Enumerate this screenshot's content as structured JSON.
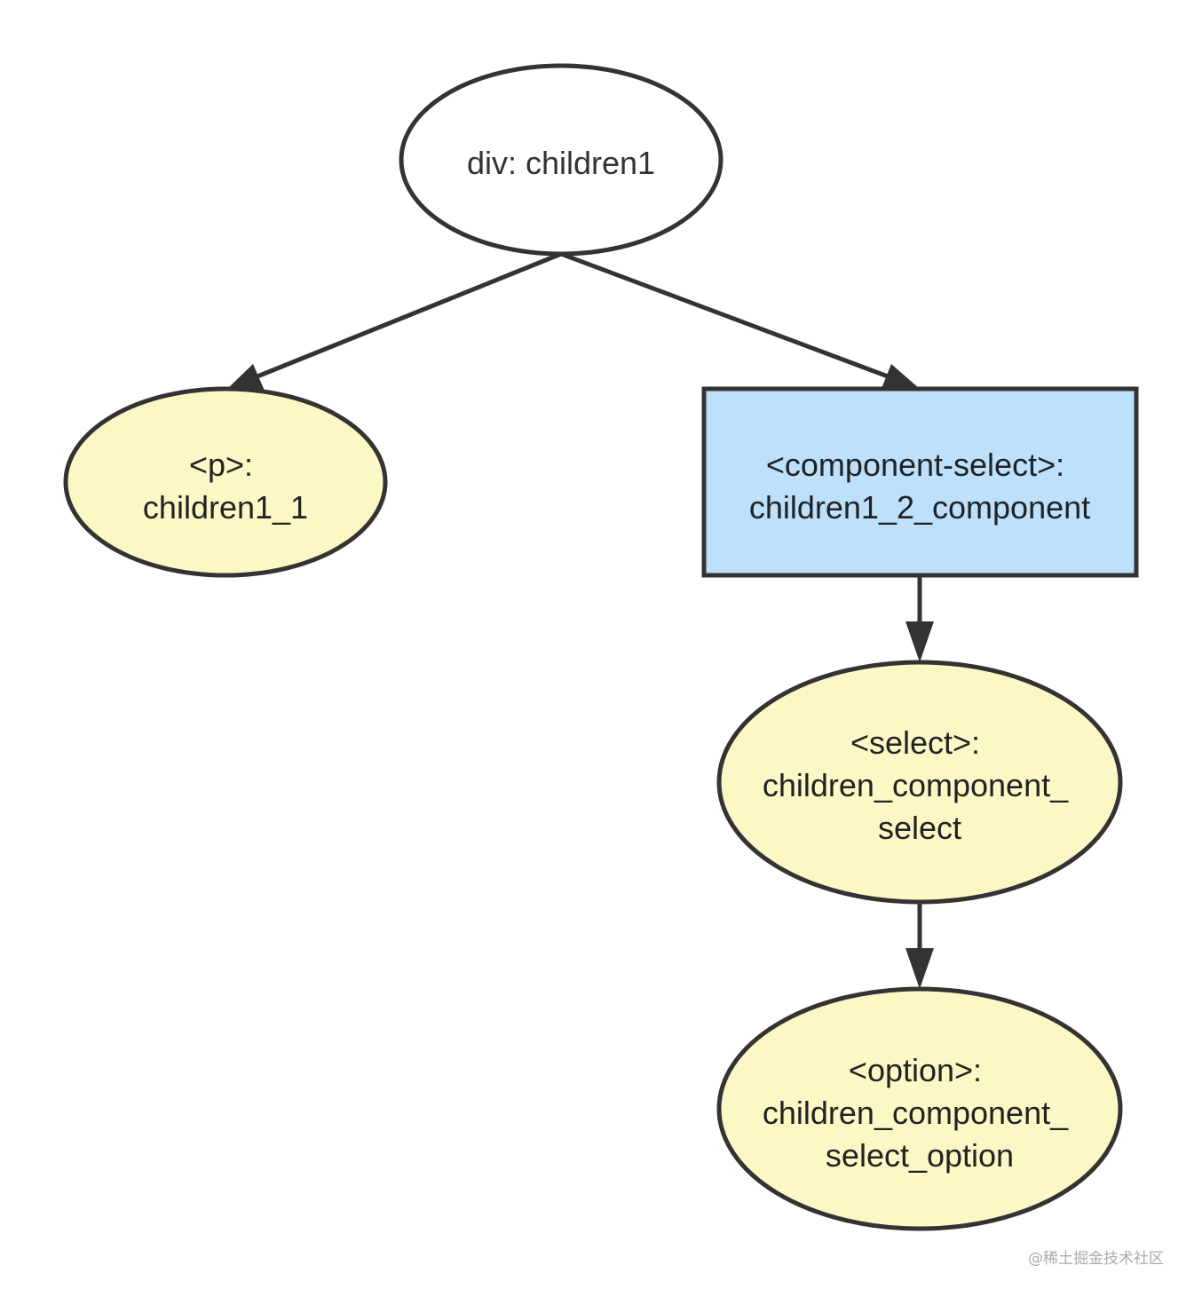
{
  "diagram": {
    "nodes": [
      {
        "id": "root",
        "shape": "ellipse",
        "fill": "#ffffff",
        "lines": [
          "div: children1"
        ]
      },
      {
        "id": "p",
        "shape": "ellipse",
        "fill": "#fcf8c6",
        "lines": [
          "<p>:",
          "children1_1"
        ]
      },
      {
        "id": "component-select",
        "shape": "rect",
        "fill": "#bde0fc",
        "lines": [
          "<component-select>:",
          "children1_2_component"
        ]
      },
      {
        "id": "select",
        "shape": "ellipse",
        "fill": "#fcf8c6",
        "lines": [
          "<select>:",
          "children_component_",
          "select"
        ]
      },
      {
        "id": "option",
        "shape": "ellipse",
        "fill": "#fcf8c6",
        "lines": [
          "<option>:",
          "children_component_",
          "select_option"
        ]
      }
    ],
    "edges": [
      {
        "from": "root",
        "to": "p"
      },
      {
        "from": "root",
        "to": "component-select"
      },
      {
        "from": "component-select",
        "to": "select"
      },
      {
        "from": "select",
        "to": "option"
      }
    ],
    "colors": {
      "stroke": "#333333",
      "text": "#222222"
    }
  },
  "watermark": "@稀土掘金技术社区"
}
